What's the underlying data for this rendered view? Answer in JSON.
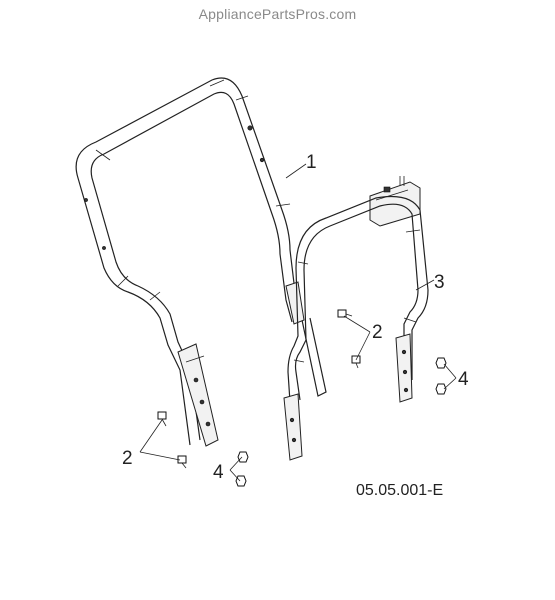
{
  "watermark": "AppliancePartsPros.com",
  "diagram_code": "05.05.001-E",
  "callouts": {
    "frame_left": "1",
    "bolt_left": "2",
    "bolt_right": "2",
    "frame_right": "3",
    "nut_left": "4",
    "nut_right": "4"
  }
}
